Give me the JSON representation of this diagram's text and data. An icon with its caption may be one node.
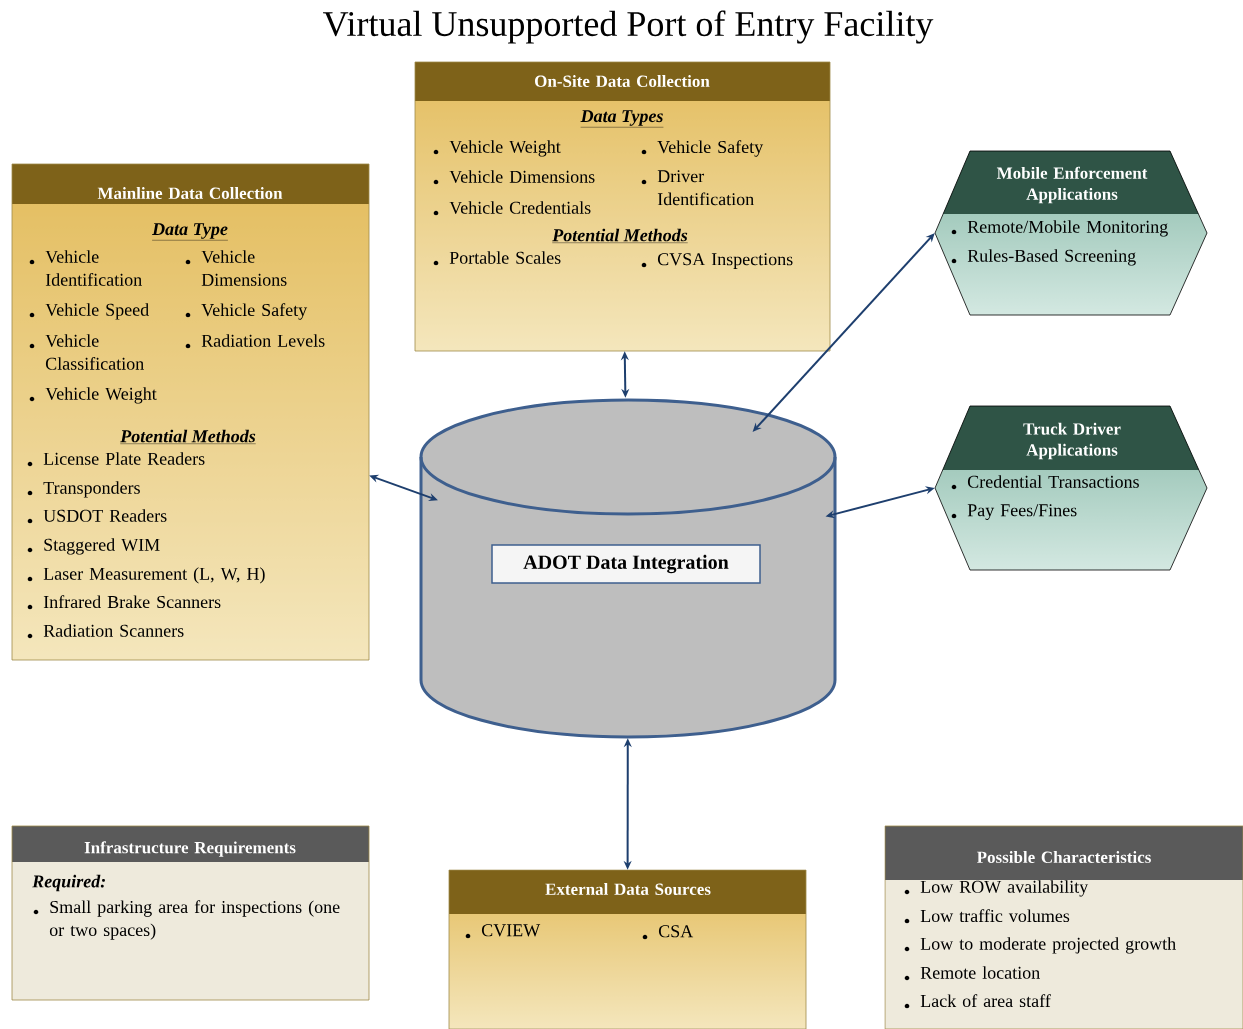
{
  "diagram": {
    "title": "Virtual Unsupported Port of Entry Facility",
    "nodes": [
      {
        "text": [
          "Mainline Data Collection",
          "Data Type",
          "Vehicle Identification",
          "Vehicle Dimensions",
          "Vehicle Speed",
          "Vehicle Safety",
          "Vehicle Classification",
          "Radiation Levels",
          "Vehicle Weight",
          "Potential Methods",
          "License Plate Readers",
          "Transponders",
          "USDOT Readers",
          "Staggered WIM",
          "Laser Measurement (L, W, H)",
          "Infrared Brake Scanners",
          "Radiation Scanners"
        ]
      },
      {
        "text": [
          "On-Site Data Collection",
          "Data Types",
          "Vehicle Weight",
          "Vehicle Safety",
          "Vehicle Dimensions",
          "Driver Identification",
          "Vehicle Credentials",
          "Potential Methods",
          "Portable Scales",
          "CVSA Inspections"
        ]
      },
      {
        "text": [
          "Mobile Enforcement Applications",
          "Remote/Mobile Monitoring",
          "Rules-Based Screening"
        ]
      },
      {
        "text": [
          "Truck Driver Applications",
          "Credential Transactions",
          "Pay Fees/Fines"
        ]
      },
      {
        "text": [
          "ADOT Data Integration"
        ]
      },
      {
        "text": [
          "Infrastructure Requirements",
          "Required:",
          "Small parking area for inspections (one or two spaces)"
        ]
      },
      {
        "text": [
          "External Data Sources",
          "CVIEW",
          "CSA"
        ]
      },
      {
        "text": [
          "Possible Characteristics",
          "Low ROW availability",
          "Low traffic volumes",
          "Low to moderate projected growth",
          "Remote location",
          "Lack of area staff"
        ]
      }
    ],
    "edges": [
      {
        "from": 0,
        "to": 4,
        "arrow": "both"
      },
      {
        "from": 1,
        "to": 4,
        "arrow": "both"
      },
      {
        "from": 2,
        "to": 4,
        "arrow": "both"
      },
      {
        "from": 3,
        "to": 4,
        "arrow": "both"
      },
      {
        "from": 4,
        "to": 6,
        "arrow": "both"
      }
    ]
  }
}
